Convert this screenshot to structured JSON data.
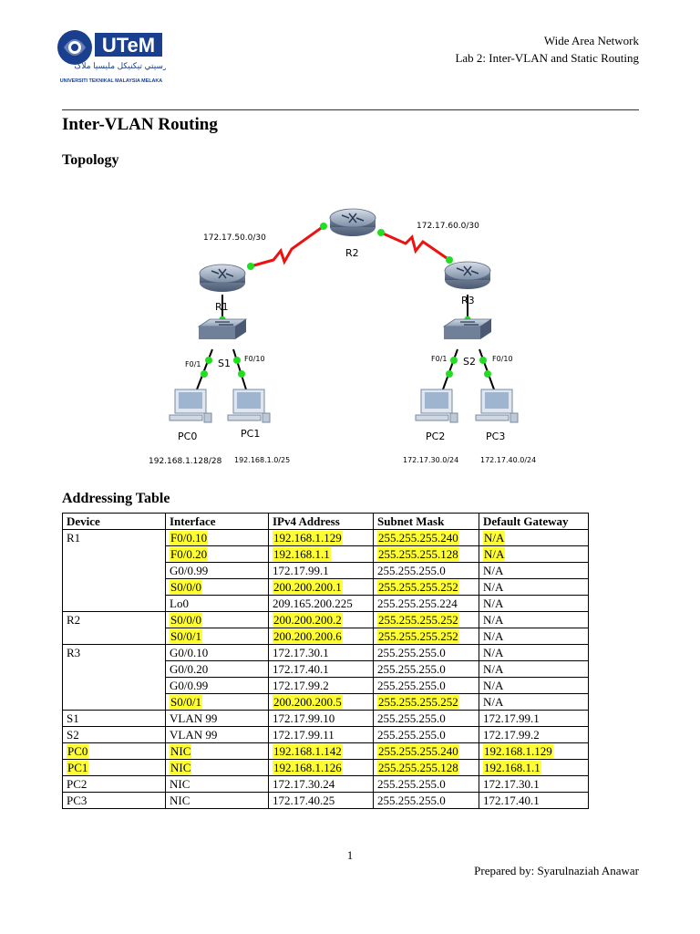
{
  "header": {
    "logo_text": "UTeM",
    "logo_jawi": "اونيۏرسيتي تيکنيکل مليسيا ملاک",
    "logo_subtitle": "UNIVERSITI TEKNIKAL MALAYSIA MELAKA",
    "course": "Wide Area Network",
    "lab": "Lab 2: Inter-VLAN and Static Routing"
  },
  "title": "Inter-VLAN Routing",
  "topology": {
    "heading": "Topology",
    "networks": [
      "172.17.50.0/30",
      "172.17.60.0/30"
    ],
    "routers": [
      "R1",
      "R2",
      "R3"
    ],
    "switches": [
      "S1",
      "S2"
    ],
    "pcs": [
      "PC0",
      "PC1",
      "PC2",
      "PC3"
    ],
    "ports": [
      "F0/1",
      "F0/10",
      "F0/1",
      "F0/10"
    ],
    "pc_networks": [
      "192.168.1.128/28",
      "192.168.1.0/25",
      "172.17.30.0/24",
      "172.17.40.0/24"
    ],
    "link_dot_color": "#22dd22",
    "serial_link_color": "#ee1111"
  },
  "addressing": {
    "heading": "Addressing Table",
    "columns": [
      "Device",
      "Interface",
      "IPv4 Address",
      "Subnet Mask",
      "Default Gateway"
    ],
    "highlight_color": "#ffff33",
    "rows": [
      {
        "device": "R1",
        "interface": "F0/0.10",
        "ip": "192.168.1.129",
        "mask": "255.255.255.240",
        "gateway": "N/A"
      },
      {
        "device": "",
        "interface": "F0/0.20",
        "ip": "192.168.1.1",
        "mask": "255.255.255.128",
        "gateway": "N/A"
      },
      {
        "device": "",
        "interface": "G0/0.99",
        "ip": "172.17.99.1",
        "mask": "255.255.255.0",
        "gateway": "N/A"
      },
      {
        "device": "",
        "interface": "S0/0/0",
        "ip": "200.200.200.1",
        "mask": "255.255.255.252",
        "gateway": "N/A"
      },
      {
        "device": "",
        "interface": "Lo0",
        "ip": "209.165.200.225",
        "mask": "255.255.255.224",
        "gateway": "N/A"
      },
      {
        "device": "R2",
        "interface": "S0/0/0",
        "ip": "200.200.200.2",
        "mask": "255.255.255.252",
        "gateway": "N/A"
      },
      {
        "device": "",
        "interface": "S0/0/1",
        "ip": "200.200.200.6",
        "mask": "255.255.255.252",
        "gateway": "N/A"
      },
      {
        "device": "R3",
        "interface": "G0/0.10",
        "ip": "172.17.30.1",
        "mask": "255.255.255.0",
        "gateway": "N/A"
      },
      {
        "device": "",
        "interface": "G0/0.20",
        "ip": "172.17.40.1",
        "mask": "255.255.255.0",
        "gateway": "N/A"
      },
      {
        "device": "",
        "interface": "G0/0.99",
        "ip": "172.17.99.2",
        "mask": "255.255.255.0",
        "gateway": "N/A"
      },
      {
        "device": "",
        "interface": "S0/0/1",
        "ip": "200.200.200.5",
        "mask": "255.255.255.252",
        "gateway": "N/A"
      },
      {
        "device": "S1",
        "interface": "VLAN 99",
        "ip": "172.17.99.10",
        "mask": "255.255.255.0",
        "gateway": "172.17.99.1"
      },
      {
        "device": "S2",
        "interface": "VLAN 99",
        "ip": "172.17.99.11",
        "mask": "255.255.255.0",
        "gateway": "172.17.99.2"
      },
      {
        "device": "PC0",
        "interface": "NIC",
        "ip": "192.168.1.142",
        "mask": "255.255.255.240",
        "gateway": "192.168.1.129"
      },
      {
        "device": "PC1",
        "interface": "NIC",
        "ip": "192.168.1.126",
        "mask": "255.255.255.128",
        "gateway": "192.168.1.1"
      },
      {
        "device": "PC2",
        "interface": "NIC",
        "ip": "172.17.30.24",
        "mask": "255.255.255.0",
        "gateway": "172.17.30.1"
      },
      {
        "device": "PC3",
        "interface": "NIC",
        "ip": "172.17.40.25",
        "mask": "255.255.255.0",
        "gateway": "172.17.40.1"
      }
    ],
    "highlighted_cells": {
      "0": [
        "interface",
        "ip",
        "mask",
        "gateway"
      ],
      "1": [
        "interface",
        "ip",
        "mask",
        "gateway"
      ],
      "3": [
        "interface",
        "ip",
        "mask"
      ],
      "5": [
        "interface",
        "ip",
        "mask"
      ],
      "6": [
        "interface",
        "ip",
        "mask"
      ],
      "10": [
        "interface",
        "ip",
        "mask"
      ],
      "13": [
        "device",
        "interface",
        "ip",
        "mask",
        "gateway"
      ],
      "14": [
        "device",
        "interface",
        "ip",
        "mask",
        "gateway"
      ]
    }
  },
  "footer": {
    "page_number": "1",
    "prepared_by": "Prepared by: Syarulnaziah Anawar"
  }
}
